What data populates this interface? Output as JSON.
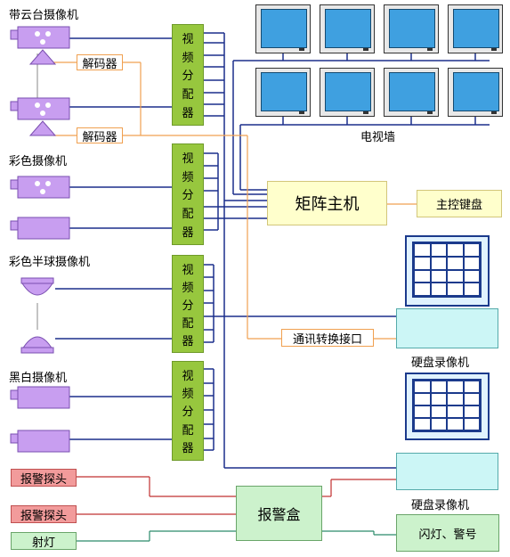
{
  "labels": {
    "ptz_camera": "带云台摄像机",
    "color_camera": "彩色摄像机",
    "color_dome_camera": "彩色半球摄像机",
    "bw_camera": "黑白摄像机",
    "tv_wall": "电视墙",
    "dvr_1": "硬盘录像机",
    "dvr_2": "硬盘录像机"
  },
  "decoders": [
    "解码器",
    "解码器"
  ],
  "distributor_chars": [
    "视",
    "频",
    "分",
    "配",
    "器"
  ],
  "matrix_host": "矩阵主机",
  "main_keyboard": "主控键盘",
  "comm_interface": "通讯转换接口",
  "alarm_heads": [
    "报警探头",
    "报警探头"
  ],
  "spotlight": "射灯",
  "alarm_box": "报警盒",
  "flash_siren": "闪灯、警号",
  "colors": {
    "distributor": "#97c73e",
    "camera": "#c89ef0",
    "decoder_border": "#f0a050",
    "matrix_fill": "#ffffcc",
    "monitor_screen": "#3fa0e0",
    "wire_video": "#1b2f8c",
    "wire_control": "#f0a050",
    "alarm_head_fill": "#f29b9b",
    "green_box_fill": "#ccf2cc",
    "wire_alarm": "#c03030",
    "wire_green": "#2a8a6a"
  }
}
